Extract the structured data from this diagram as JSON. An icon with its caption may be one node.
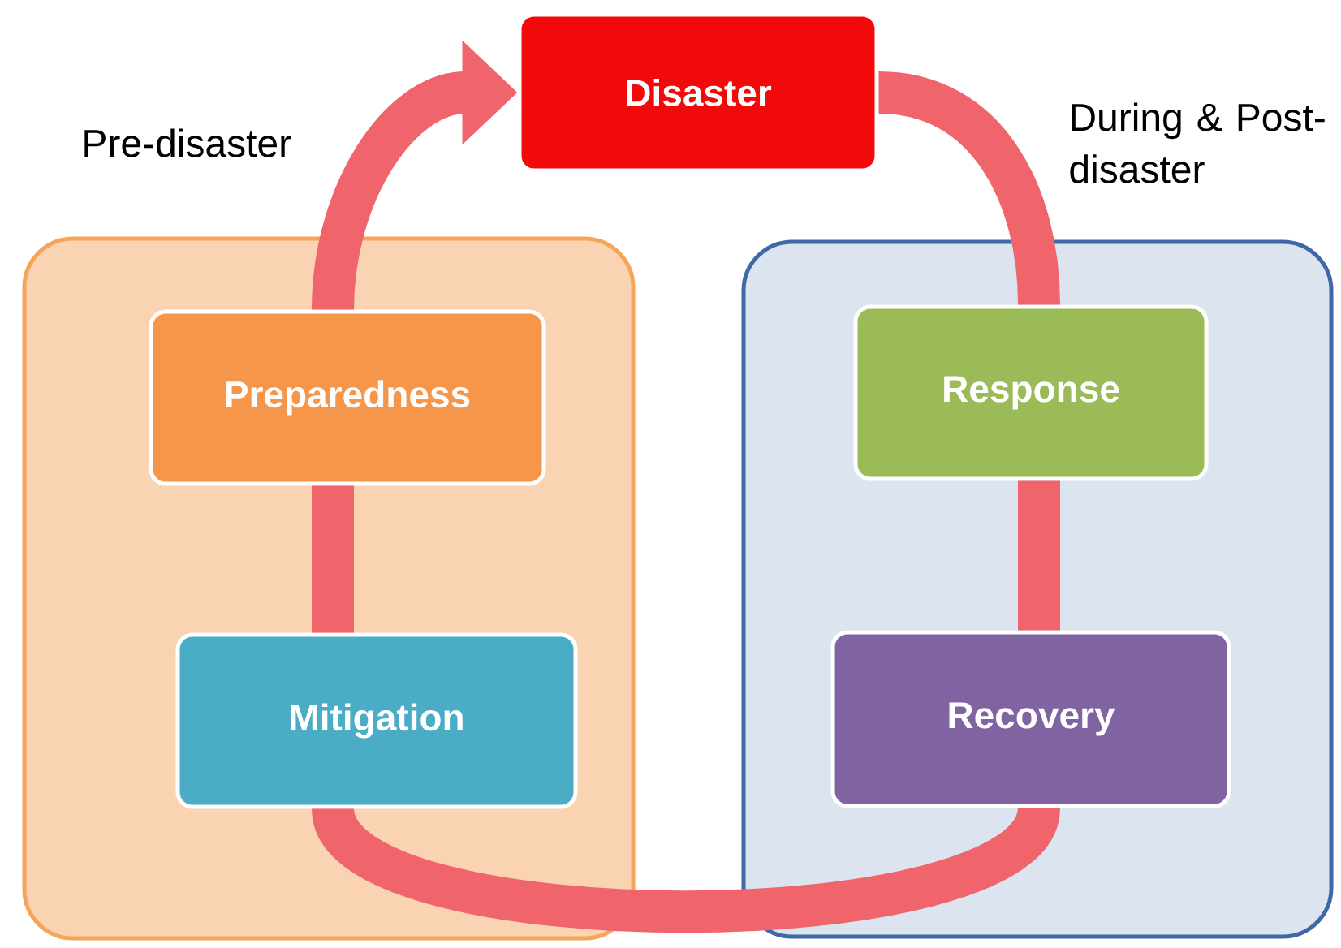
{
  "diagram": {
    "nodes": [
      {
        "text": [
          "Pre-disaster"
        ]
      },
      {
        "text": [
          "Preparedness"
        ],
        "in": 0
      },
      {
        "text": [
          "Mitigation"
        ],
        "in": 0
      },
      {
        "text": [
          "Disaster"
        ]
      },
      {
        "text": [
          "During & Post-disaster"
        ]
      },
      {
        "text": [
          "Response"
        ],
        "in": 4
      },
      {
        "text": [
          "Recovery"
        ],
        "in": 4
      }
    ],
    "edges": [
      {
        "from": 3,
        "to": 5,
        "arrow": "none"
      },
      {
        "from": 5,
        "to": 6,
        "arrow": "none"
      },
      {
        "from": 6,
        "to": 2,
        "arrow": "none"
      },
      {
        "from": 2,
        "to": 1,
        "arrow": "none"
      },
      {
        "from": 1,
        "to": 3,
        "arrow": "to"
      }
    ]
  }
}
